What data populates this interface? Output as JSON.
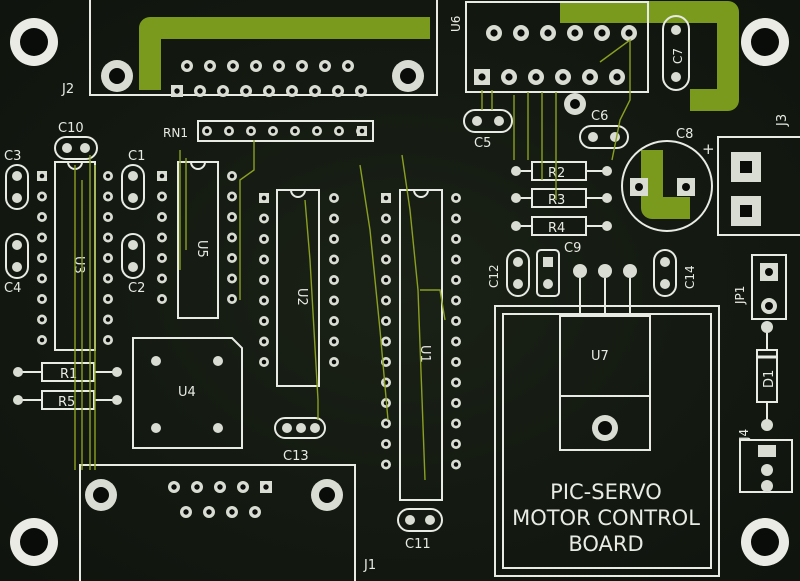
{
  "board": {
    "title_lines": [
      "PIC-SERVO",
      "MOTOR CONTROL",
      "BOARD"
    ],
    "colors": {
      "substrate": "#141a12",
      "silkscreen": "#e8eae4",
      "copper": "#8aa020",
      "pad": "#d9dcd2"
    }
  },
  "labels": {
    "j1": "J1",
    "j2": "J2",
    "j3": "J3",
    "j4": "J4",
    "jp1": "JP1",
    "u1": "U1",
    "u2": "U2",
    "u3": "U3",
    "u4": "U4",
    "u5": "U5",
    "u6": "U6",
    "u7": "U7",
    "r1": "R1",
    "r2": "R2",
    "r3": "R3",
    "r4": "R4",
    "r5": "R5",
    "rn1": "RN1",
    "c1": "C1",
    "c2": "C2",
    "c3": "C3",
    "c4": "C4",
    "c5": "C5",
    "c6": "C6",
    "c7": "C7",
    "c8": "C8",
    "c9": "C9",
    "c10": "C10",
    "c11": "C11",
    "c12": "C12",
    "c13": "C13",
    "c14": "C14",
    "d1": "D1",
    "plus": "+"
  }
}
